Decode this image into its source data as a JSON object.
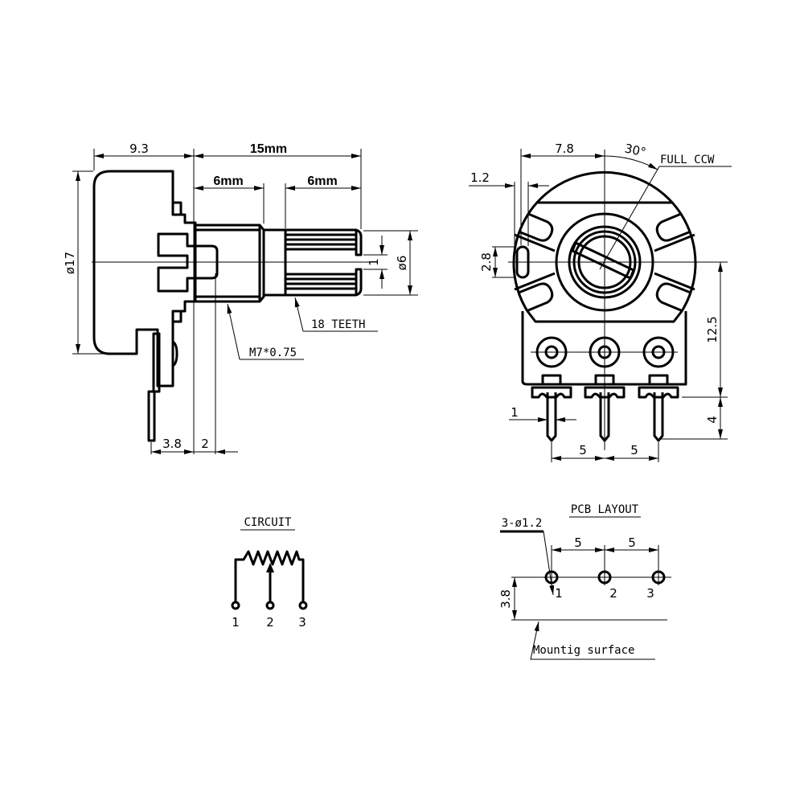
{
  "side_view": {
    "dim_body_depth": "9.3",
    "dim_total_shaft": "15mm",
    "dim_bushing": "6mm",
    "dim_knurl": "6mm",
    "dim_diameter": "ø17",
    "dim_shaft_diameter": "ø6",
    "dim_slot": "1",
    "label_teeth": "18 TEETH",
    "label_thread": "M7*0.75",
    "dim_pin_offset": "3.8",
    "dim_thread_offset": "2"
  },
  "front_view": {
    "dim_center_offset": "7.8",
    "dim_angle": "30°",
    "label_full_ccw": "FULL CCW",
    "dim_tab_width": "1.2",
    "dim_tab_height": "2.8",
    "dim_height": "12.5",
    "dim_pin_length": "4",
    "dim_pin_width": "1",
    "dim_pitch_1": "5",
    "dim_pitch_2": "5"
  },
  "circuit": {
    "title": "CIRCUIT",
    "pins": [
      "1",
      "2",
      "3"
    ]
  },
  "pcb_layout": {
    "title": "PCB LAYOUT",
    "hole_spec": "3-ø1.2",
    "dim_pitch_1": "5",
    "dim_pitch_2": "5",
    "dim_offset": "3.8",
    "pins": [
      "1",
      "2",
      "3"
    ],
    "surface_label": "Mountig surface"
  }
}
